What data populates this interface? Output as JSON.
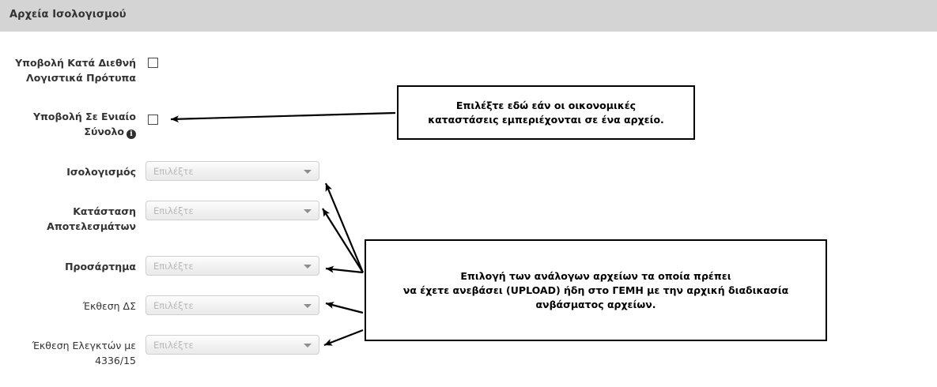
{
  "section": {
    "title": "Αρχεία Ισολογισμού"
  },
  "checkbox_fields": [
    {
      "label": "Υποβολή Κατά Διεθνή Λογιστικά Πρότυπα",
      "checked": false,
      "has_info_icon": false
    },
    {
      "label": "Υποβολή Σε Ενιαίο Σύνολο",
      "checked": false,
      "has_info_icon": true,
      "info_icon": "info-icon"
    }
  ],
  "select_fields": [
    {
      "label": "Ισολογισμός",
      "bold": true,
      "placeholder": "Επιλέξτε",
      "value": ""
    },
    {
      "label": "Κατάσταση Αποτελεσμάτων",
      "bold": true,
      "placeholder": "Επιλέξτε",
      "value": ""
    },
    {
      "label": "Προσάρτημα",
      "bold": true,
      "placeholder": "Επιλέξτε",
      "value": ""
    },
    {
      "label": "Έκθεση ΔΣ",
      "bold": false,
      "placeholder": "Επιλέξτε",
      "value": ""
    },
    {
      "label": "Έκθεση Ελεγκτών με 4336/15",
      "bold": false,
      "placeholder": "Επιλέξτε",
      "value": ""
    }
  ],
  "callouts": [
    {
      "id": "callout-checkbox",
      "text": "Επιλέξτε εδώ εάν οι οικονομικές\nκαταστάσεις εμπεριέχονται σε ένα αρχείο."
    },
    {
      "id": "callout-selects",
      "text": "Επιλογή των ανάλογων αρχείων τα οποία πρέπει\nνα έχετε ανεβάσει (UPLOAD) ήδη στο ΓΕΜΗ με την αρχική διαδικασία\nανβάσματος αρχείων."
    }
  ],
  "colors": {
    "header_background": "#d4d4d4",
    "header_text": "#333333",
    "page_background": "#ffffff",
    "label_text": "#333333",
    "placeholder_text": "#b7b7b7",
    "select_border": "#cfcfcf",
    "annotation": "#000000"
  },
  "icons": {
    "dropdown_caret": "chevron-down-icon",
    "info": "info-icon"
  }
}
